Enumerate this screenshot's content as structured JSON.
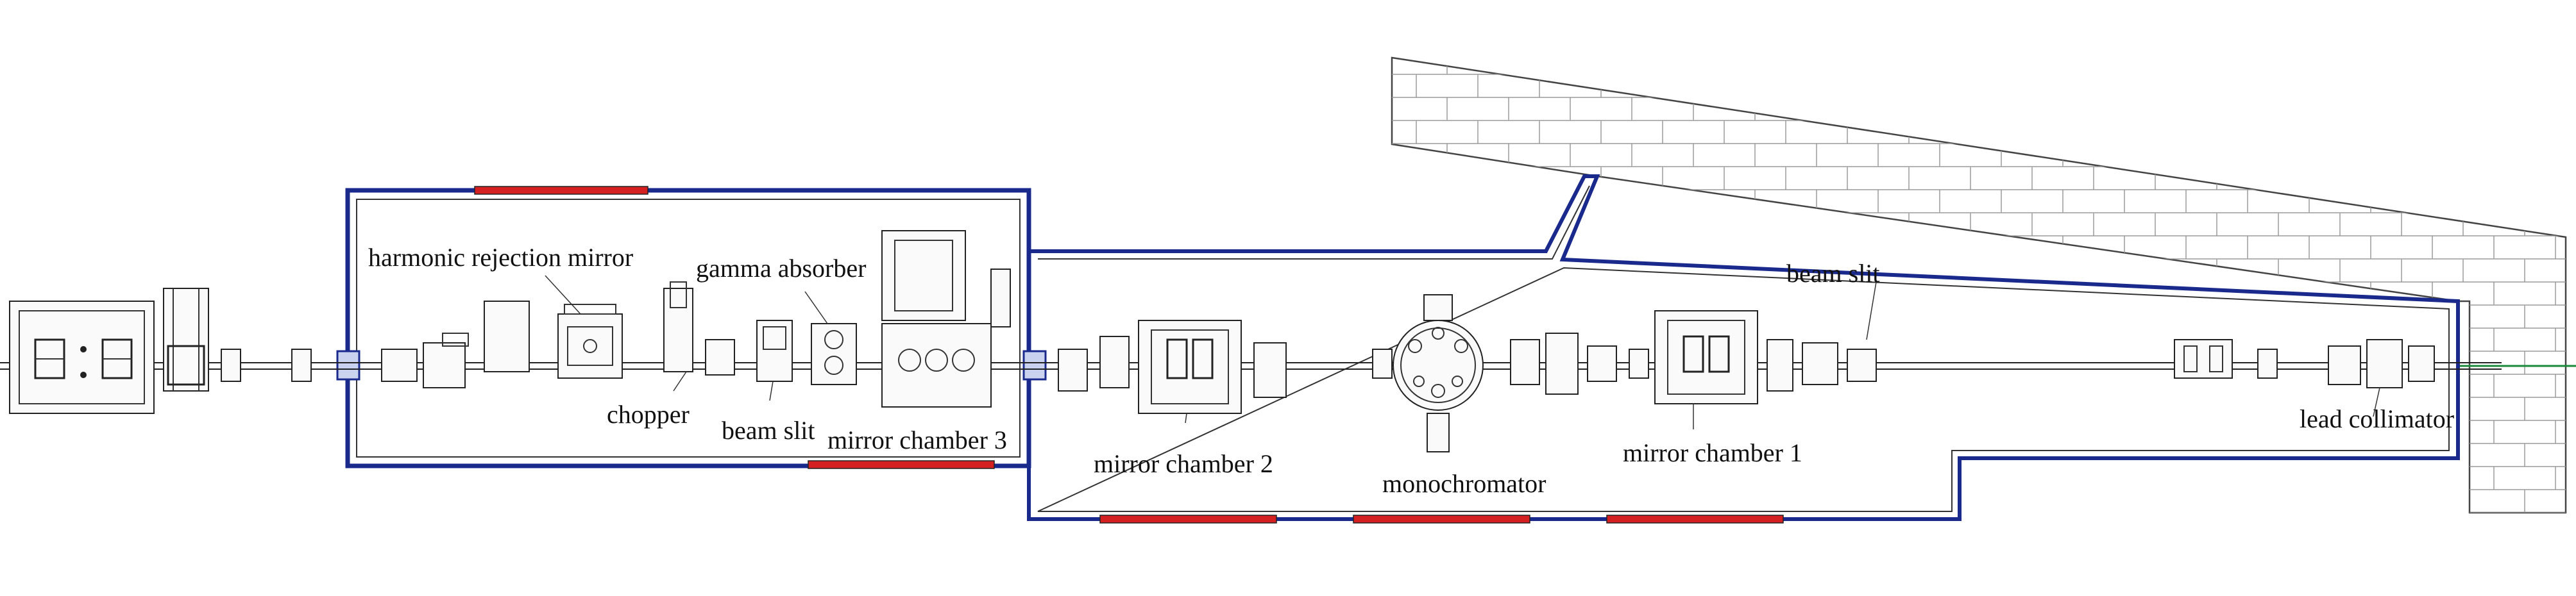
{
  "labels": {
    "harmonic_rejection_mirror": "harmonic rejection mirror",
    "gamma_absorber": "gamma absorber",
    "chopper": "chopper",
    "beam_slit_1": "beam slit",
    "mirror_chamber_3": "mirror chamber 3",
    "mirror_chamber_2": "mirror chamber 2",
    "monochromator": "monochromator",
    "mirror_chamber_1": "mirror chamber 1",
    "beam_slit_2": "beam slit",
    "lead_collimator": "lead collimator"
  },
  "colors": {
    "hutch_wall": "#1a2a8c",
    "shielding": "#d42020",
    "line": "#222222",
    "brick": "#9a9a9a",
    "beam_pipe_end": "#1a8a3a"
  }
}
